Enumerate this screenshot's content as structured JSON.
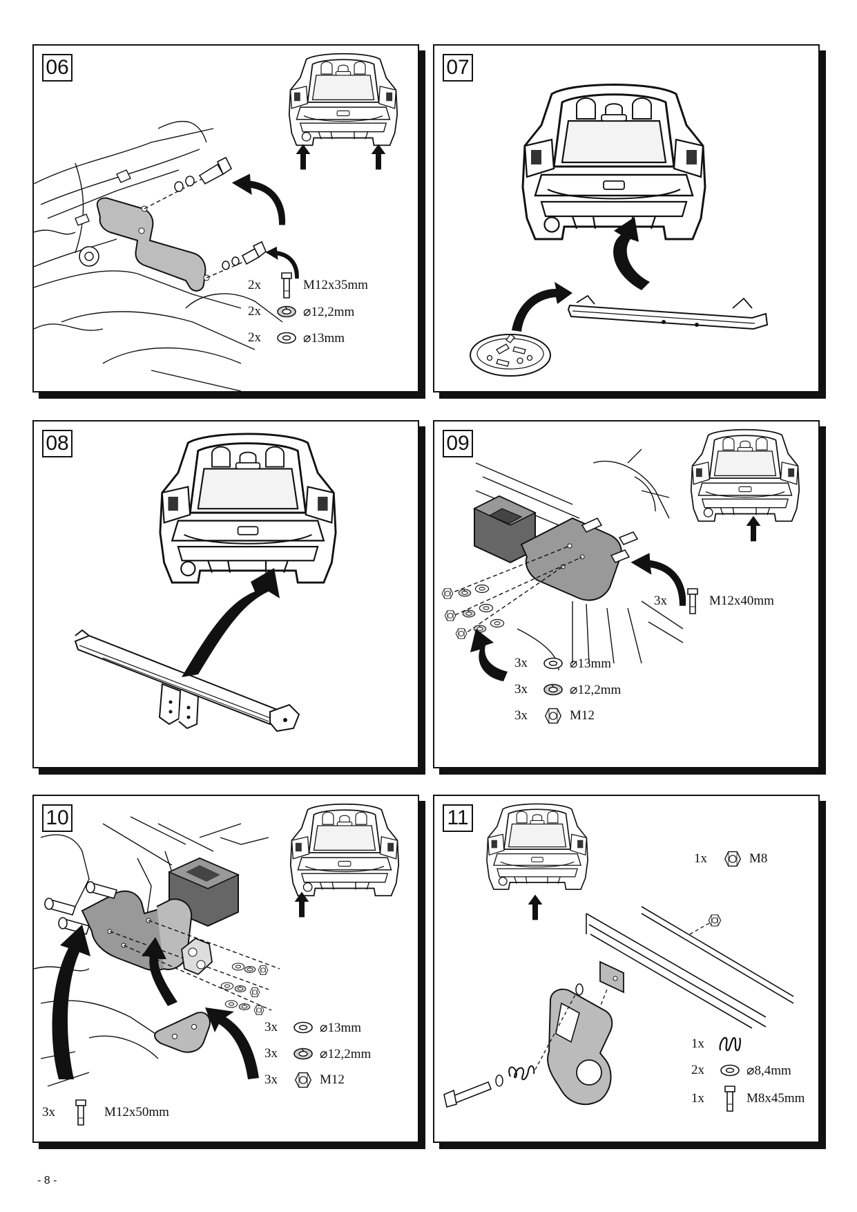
{
  "page_number": "- 8 -",
  "steps": [
    {
      "number": "06",
      "parts": [
        {
          "qty": "2x",
          "icon": "bolt-icon",
          "spec": "M12x35mm"
        },
        {
          "qty": "2x",
          "icon": "spring-washer-icon",
          "spec": "⌀12,2mm"
        },
        {
          "qty": "2x",
          "icon": "washer-icon",
          "spec": "⌀13mm"
        }
      ]
    },
    {
      "number": "07",
      "parts": []
    },
    {
      "number": "08",
      "parts": []
    },
    {
      "number": "09",
      "parts": [
        {
          "qty": "3x",
          "icon": "bolt-icon",
          "spec": "M12x40mm"
        },
        {
          "qty": "3x",
          "icon": "washer-icon",
          "spec": "⌀13mm"
        },
        {
          "qty": "3x",
          "icon": "spring-washer-icon",
          "spec": "⌀12,2mm"
        },
        {
          "qty": "3x",
          "icon": "nut-icon",
          "spec": "M12"
        }
      ]
    },
    {
      "number": "10",
      "parts": [
        {
          "qty": "3x",
          "icon": "washer-icon",
          "spec": "⌀13mm"
        },
        {
          "qty": "3x",
          "icon": "spring-washer-icon",
          "spec": "⌀12,2mm"
        },
        {
          "qty": "3x",
          "icon": "nut-icon",
          "spec": "M12"
        },
        {
          "qty": "3x",
          "icon": "bolt-icon",
          "spec": "M12x50mm"
        }
      ]
    },
    {
      "number": "11",
      "parts": [
        {
          "qty": "1x",
          "icon": "nut-icon",
          "spec": "M8"
        },
        {
          "qty": "1x",
          "icon": "spring-icon",
          "spec": ""
        },
        {
          "qty": "2x",
          "icon": "washer-icon",
          "spec": "⌀8,4mm"
        },
        {
          "qty": "1x",
          "icon": "bolt-icon",
          "spec": "M8x45mm"
        }
      ]
    }
  ]
}
